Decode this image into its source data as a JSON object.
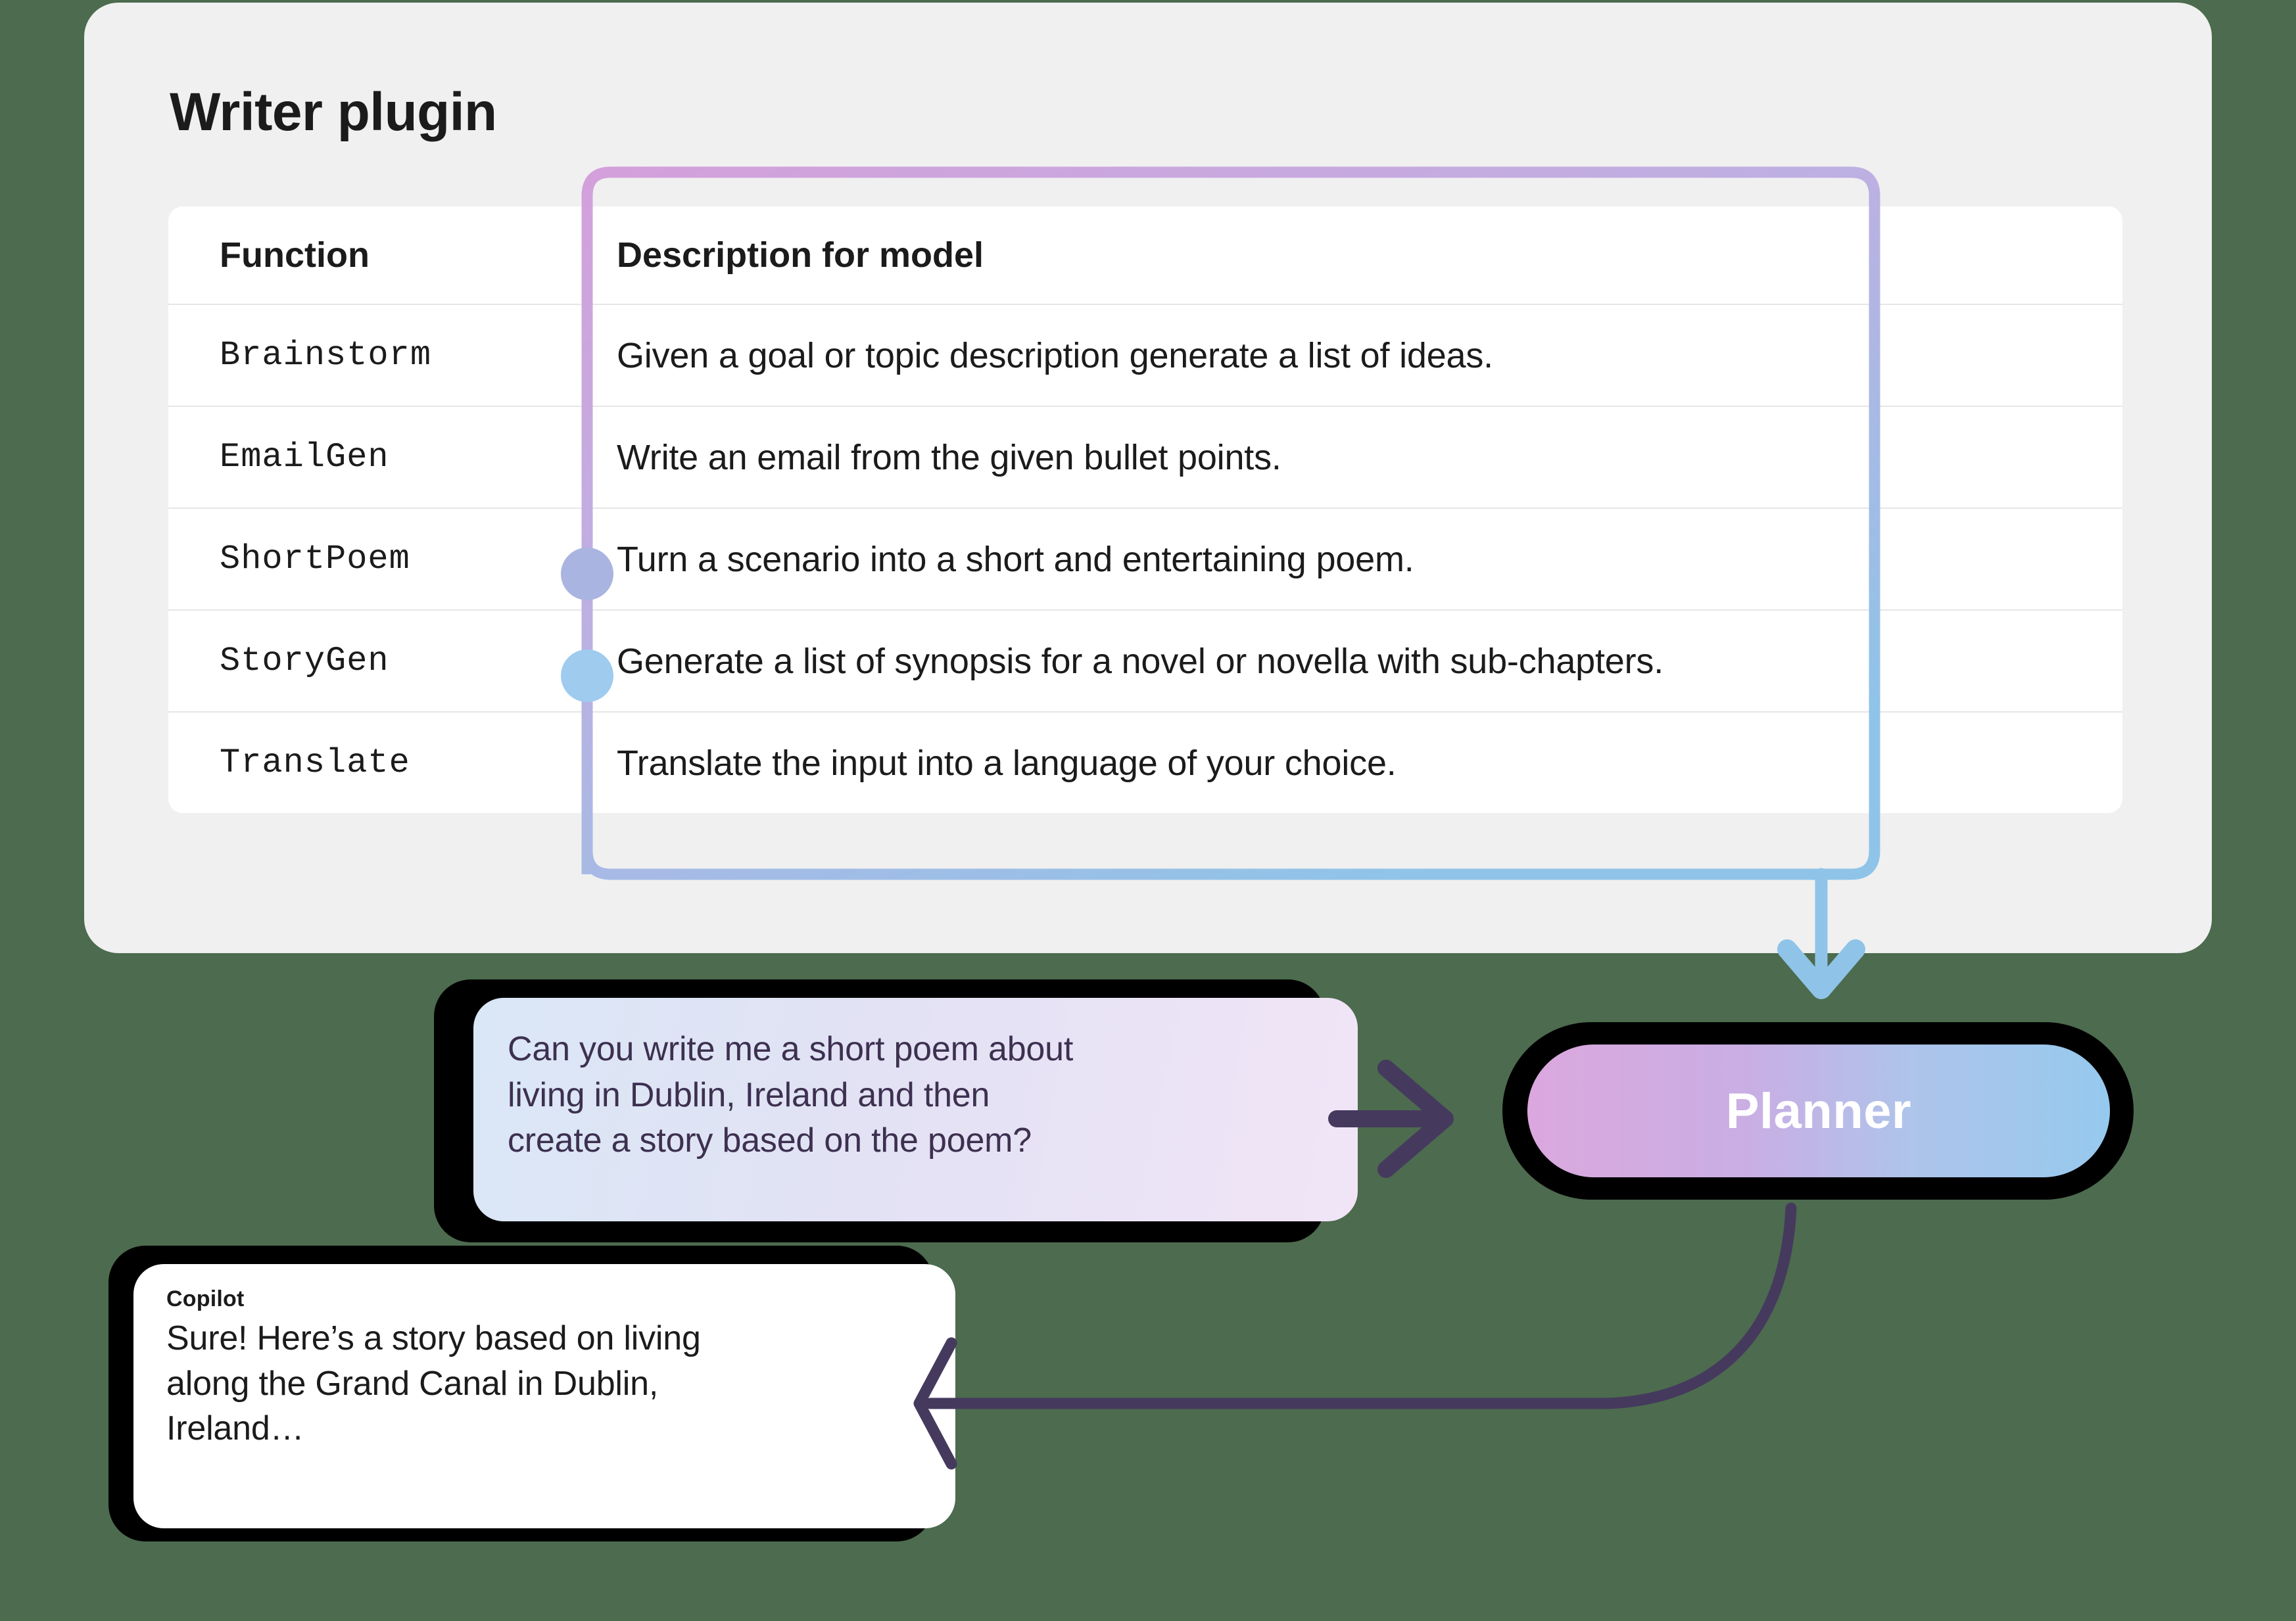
{
  "background_color": "#4d6b4e",
  "panel": {
    "title": "Writer plugin",
    "background_color": "#f0f0f0"
  },
  "table": {
    "columns": [
      "Function",
      "Description for model"
    ],
    "rows": [
      {
        "function": "Brainstorm",
        "description": "Given a goal or topic description generate a list of ideas."
      },
      {
        "function": "EmailGen",
        "description": "Write an email from the given bullet points."
      },
      {
        "function": "ShortPoem",
        "description": "Turn a scenario into a short and entertaining poem."
      },
      {
        "function": "StoryGen",
        "description": "Generate a list of synopsis for a novel or novella with sub-chapters."
      },
      {
        "function": "Translate",
        "description": "Translate the input into a language of your choice."
      }
    ],
    "selection_markers": [
      {
        "row": "ShortPoem",
        "color": "#aab4e0"
      },
      {
        "row": "StoryGen",
        "color": "#9ecbee"
      }
    ]
  },
  "connector": {
    "gradient_start_color": "#d4a0db",
    "gradient_end_color": "#8fc4e8",
    "arrow_color": "#8fc4e8"
  },
  "planner": {
    "label": "Planner",
    "gradient_start_color": "#dba8de",
    "gradient_end_color": "#96c9ee",
    "text_color": "#ffffff",
    "outline_color": "#000000"
  },
  "user_message": {
    "text": "Can you write me a short poem about\nliving in Dublin, Ireland and then\ncreate a story based on the poem?",
    "text_color": "#3d3050"
  },
  "copilot_message": {
    "sender": "Copilot",
    "text": "Sure! Here’s a story based on living\nalong the Grand Canal in Dublin,\nIreland…",
    "background_color": "#ffffff"
  },
  "flow_arrows": {
    "color": "#453a5e",
    "request_arrow": "user-message-to-planner",
    "response_arrow": "planner-to-copilot-message"
  }
}
